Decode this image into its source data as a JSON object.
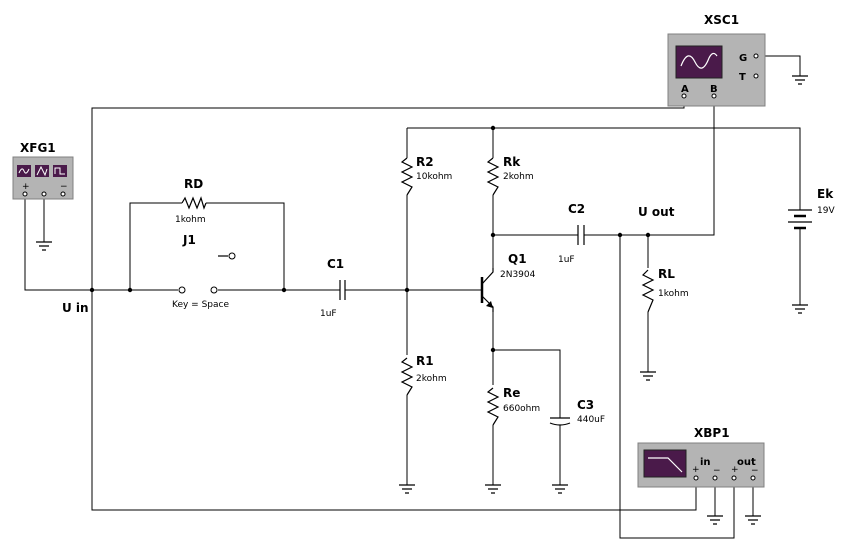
{
  "colors": {
    "wire": "#000000",
    "instrument_body": "#b4b4b4",
    "instrument_screen": "#4a1a4a",
    "screen_trace": "#ffffff"
  },
  "instruments": {
    "function_generator": {
      "ref": "XFG1",
      "icon": "function-generator-icon",
      "terminals": [
        "+",
        "−"
      ]
    },
    "oscilloscope": {
      "ref": "XSC1",
      "icon": "oscilloscope-icon",
      "terminal_g": "G",
      "terminal_t": "T",
      "channel_a": "A",
      "channel_b": "B"
    },
    "bode_plotter": {
      "ref": "XBP1",
      "icon": "bode-plotter-icon",
      "in_label": "in",
      "out_label": "out"
    }
  },
  "components": {
    "RD": {
      "ref": "RD",
      "value": "1kohm"
    },
    "J1": {
      "ref": "J1",
      "key": "Key = Space"
    },
    "C1": {
      "ref": "C1",
      "value": "1uF"
    },
    "R2": {
      "ref": "R2",
      "value": "10kohm"
    },
    "R1": {
      "ref": "R1",
      "value": "2kohm"
    },
    "Rk": {
      "ref": "Rk",
      "value": "2kohm"
    },
    "Q1": {
      "ref": "Q1",
      "value": "2N3904"
    },
    "Re": {
      "ref": "Re",
      "value": "660ohm"
    },
    "C3": {
      "ref": "C3",
      "value": "440uF"
    },
    "C2": {
      "ref": "C2",
      "value": "1uF"
    },
    "RL": {
      "ref": "RL",
      "value": "1kohm"
    },
    "Ek": {
      "ref": "Ek",
      "value": "19V"
    }
  },
  "net_labels": {
    "input": "U in",
    "output": "U out"
  }
}
